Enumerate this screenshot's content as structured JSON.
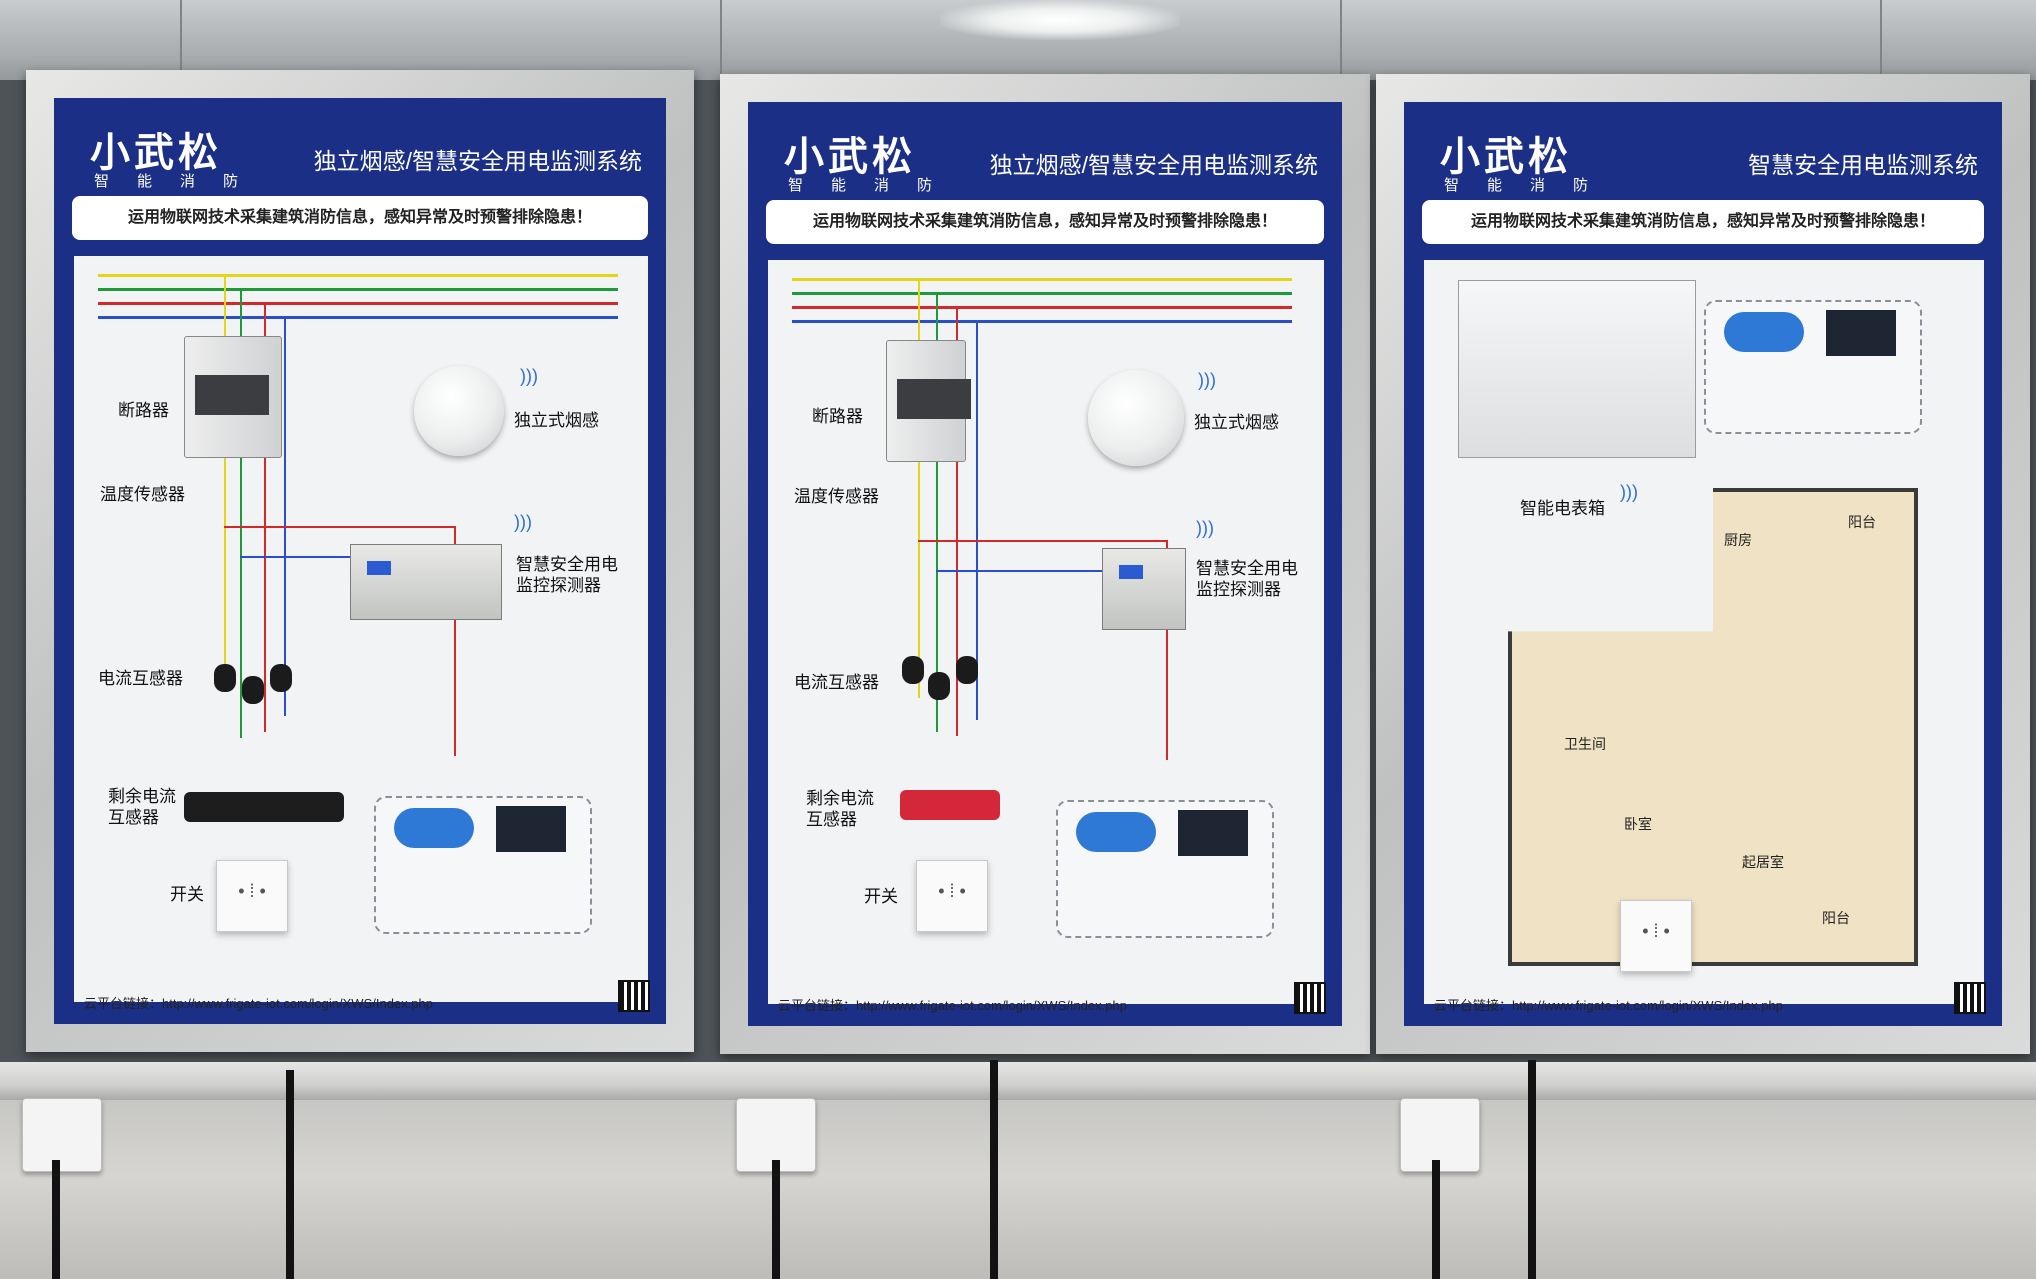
{
  "scene": {
    "description_free": true
  },
  "panels": [
    {
      "logo": "小武松",
      "logo_sub": "智能消防",
      "title": "独立烟感/智慧安全用电监测系统",
      "slogan": "运用物联网技术采集建筑消防信息，感知异常及时预警排除隐患！",
      "labels": {
        "breaker": "断路器",
        "temp_sensor": "温度传感器",
        "smoke": "独立式烟感",
        "detector": "智慧安全用电\n监控探测器",
        "ct": "电流互感器",
        "rct": "剩余电流\n互感器",
        "switch": "开关"
      },
      "url": "云平台链接：http://www.frigate-iot.com/login/XWS/Index.php"
    },
    {
      "logo": "小武松",
      "logo_sub": "智能消防",
      "title": "独立烟感/智慧安全用电监测系统",
      "slogan": "运用物联网技术采集建筑消防信息，感知异常及时预警排除隐患！",
      "labels": {
        "breaker": "断路器",
        "temp_sensor": "温度传感器",
        "smoke": "独立式烟感",
        "detector": "智慧安全用电\n监控探测器",
        "ct": "电流互感器",
        "rct": "剩余电流\n互感器",
        "switch": "开关"
      },
      "url": "云平台链接：http://www.frigate-iot.com/login/XWS/Index.php"
    },
    {
      "logo": "小武松",
      "logo_sub": "智能消防",
      "title": "智慧安全用电监测系统",
      "slogan": "运用物联网技术采集建筑消防信息，感知异常及时预警排除隐患！",
      "labels": {
        "meter_box": "智能电表箱",
        "kitchen": "厨房",
        "balcony_top": "阳台",
        "bathroom": "卫生间",
        "bedroom": "卧室",
        "living": "起居室",
        "balcony_bottom": "阳台"
      },
      "url": "云平台链接：http://www.frigate-iot.com/login/XWS/Index.php"
    }
  ],
  "colors": {
    "board_blue": "#1c2f86",
    "wire_yellow": "#e3d51a",
    "wire_green": "#1f9a3a",
    "wire_red": "#d22a2a",
    "wire_blue": "#2a4fc9"
  }
}
